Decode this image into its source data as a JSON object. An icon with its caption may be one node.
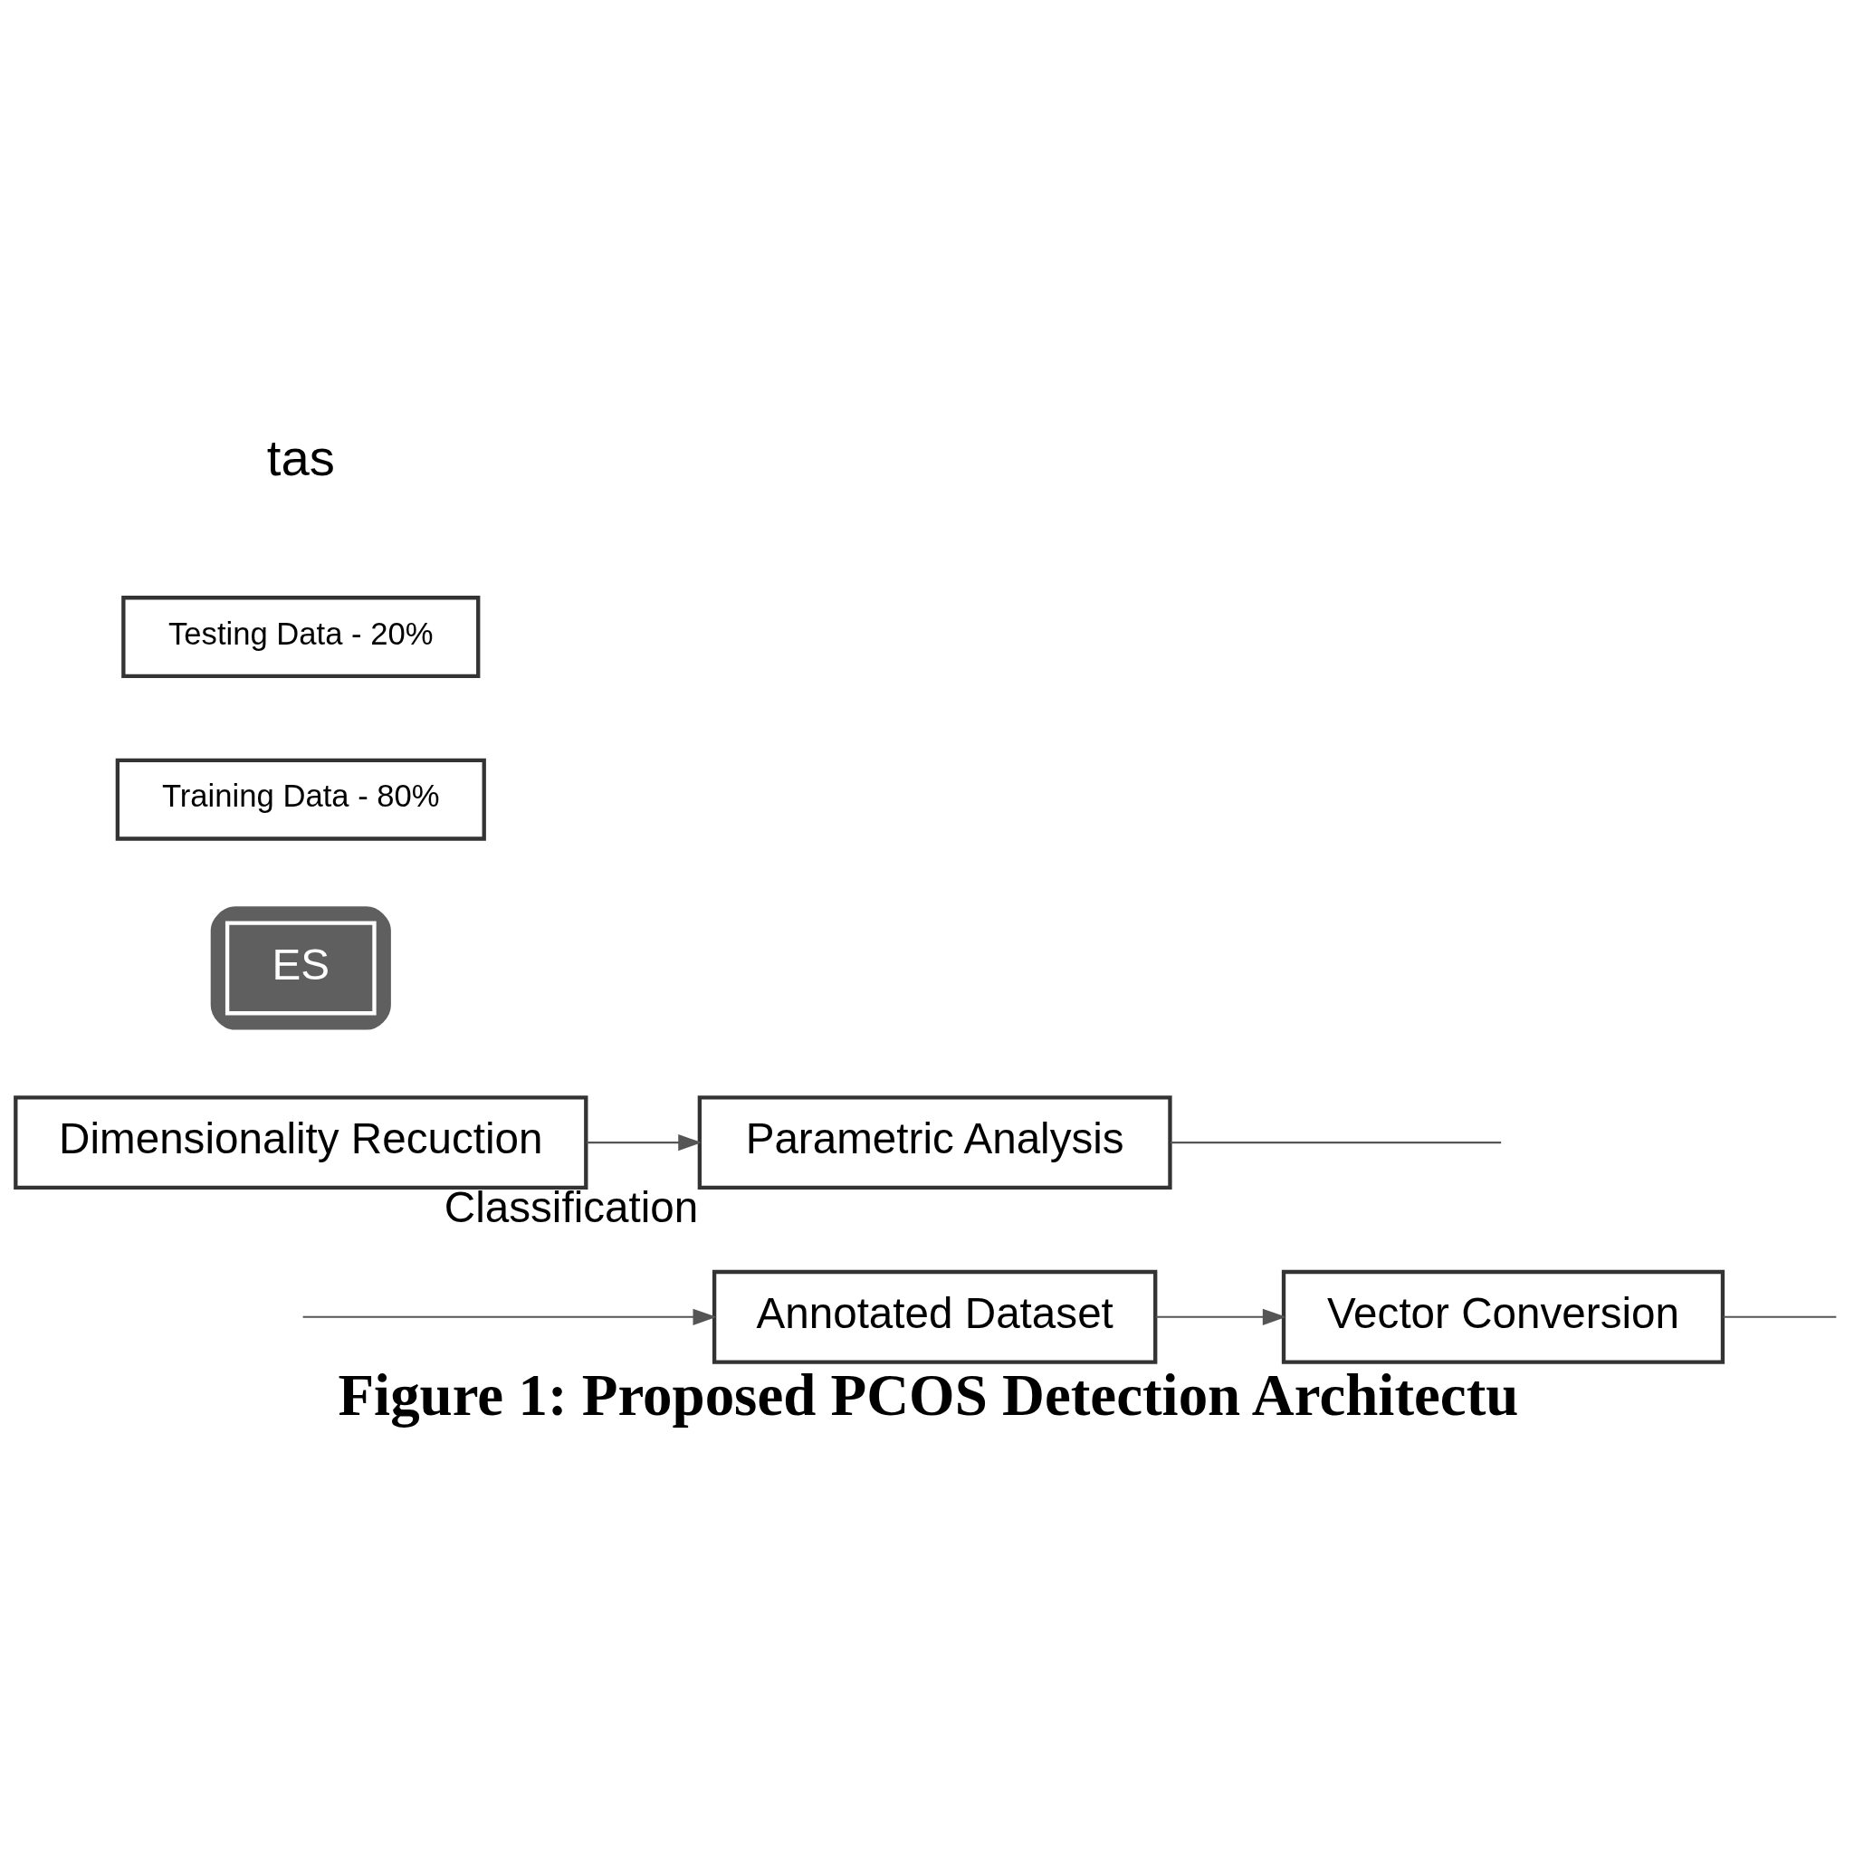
{
  "diagram": {
    "caption": "Figure 1: Proposed PCOS Detection Architectu",
    "nodes": [
      {
        "text": [
          "Annotated Dataset"
        ]
      },
      {
        "text": [
          "Vector Conversion"
        ]
      },
      {
        "text": [
          "Dimensionality Recuction"
        ]
      },
      {
        "text": [
          "Parametric Analysis"
        ],
        "beside": [
          "Classification"
        ]
      },
      {
        "text": [],
        "shape": "box"
      },
      {
        "text": [
          "ES"
        ],
        "in": 4
      },
      {
        "text": [
          "Training Data - 80%"
        ]
      },
      {
        "text": [
          "Testing Data - 20%"
        ]
      }
    ],
    "edges": [
      {
        "from": null,
        "to": 0,
        "arrow": "to"
      },
      {
        "from": 0,
        "to": 1,
        "arrow": "to"
      },
      {
        "from": 1,
        "to": null,
        "arrow": "none"
      },
      {
        "from": 2,
        "to": 3,
        "arrow": "to"
      },
      {
        "from": 3,
        "to": null,
        "arrow": "none"
      }
    ],
    "labels": [
      "tas"
    ]
  }
}
